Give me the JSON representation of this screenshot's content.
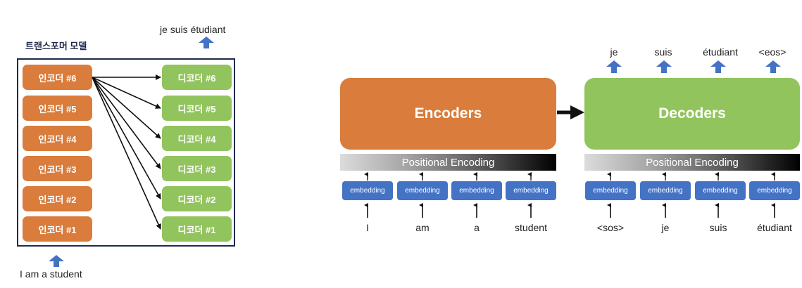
{
  "colors": {
    "encoder": "#d97c3c",
    "decoder": "#92c45e",
    "embedding": "#4472c4",
    "arrow_blue": "#4472c4",
    "frame": "#1f2a4d"
  },
  "left_panel": {
    "title": "트랜스포머 모델",
    "output_text": "je suis étudiant",
    "input_text": "I am a student",
    "encoders": [
      "인코더 #6",
      "인코더 #5",
      "인코더 #4",
      "인코더 #3",
      "인코더 #2",
      "인코더 #1"
    ],
    "decoders": [
      "디코더 #6",
      "디코더 #5",
      "디코더 #4",
      "디코더 #3",
      "디코더 #2",
      "디코더 #1"
    ]
  },
  "encoder_block": {
    "label": "Encoders",
    "positional_encoding": "Positional Encoding",
    "embedding_label": "embedding",
    "inputs": [
      "I",
      "am",
      "a",
      "student"
    ]
  },
  "decoder_block": {
    "label": "Decoders",
    "positional_encoding": "Positional Encoding",
    "embedding_label": "embedding",
    "inputs": [
      "<sos>",
      "je",
      "suis",
      "étudiant"
    ],
    "outputs": [
      "je",
      "suis",
      "étudiant",
      "<eos>"
    ]
  }
}
